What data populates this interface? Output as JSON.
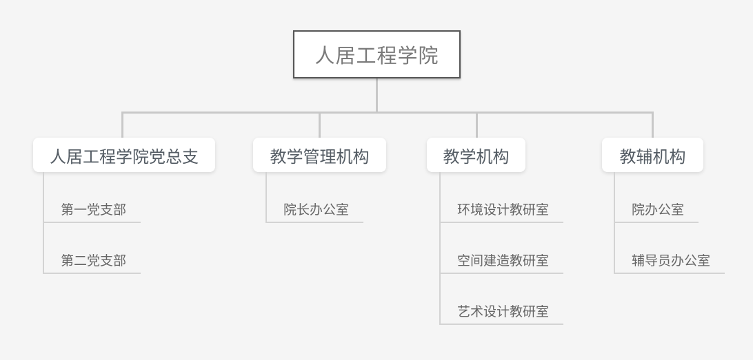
{
  "diagram": {
    "type": "org-chart",
    "root": {
      "label": "人居工程学院"
    },
    "branches": [
      {
        "label": "人居工程学院党总支",
        "children": [
          {
            "label": "第一党支部"
          },
          {
            "label": "第二党支部"
          }
        ]
      },
      {
        "label": "教学管理机构",
        "children": [
          {
            "label": "院长办公室"
          }
        ]
      },
      {
        "label": "教学机构",
        "children": [
          {
            "label": "环境设计教研室"
          },
          {
            "label": "空间建造教研室"
          },
          {
            "label": "艺术设计教研室"
          }
        ]
      },
      {
        "label": "教辅机构",
        "children": [
          {
            "label": "院办公室"
          },
          {
            "label": "辅导员办公室"
          }
        ]
      }
    ]
  },
  "colors": {
    "background": "#f5f5f5",
    "node_fill": "#ffffff",
    "connector": "#c8c8c8",
    "child_connector": "#d3d3d3",
    "root_border": "#555555",
    "root_text": "#7a7a7a",
    "branch_text": "#545c64",
    "child_text": "#666666"
  }
}
